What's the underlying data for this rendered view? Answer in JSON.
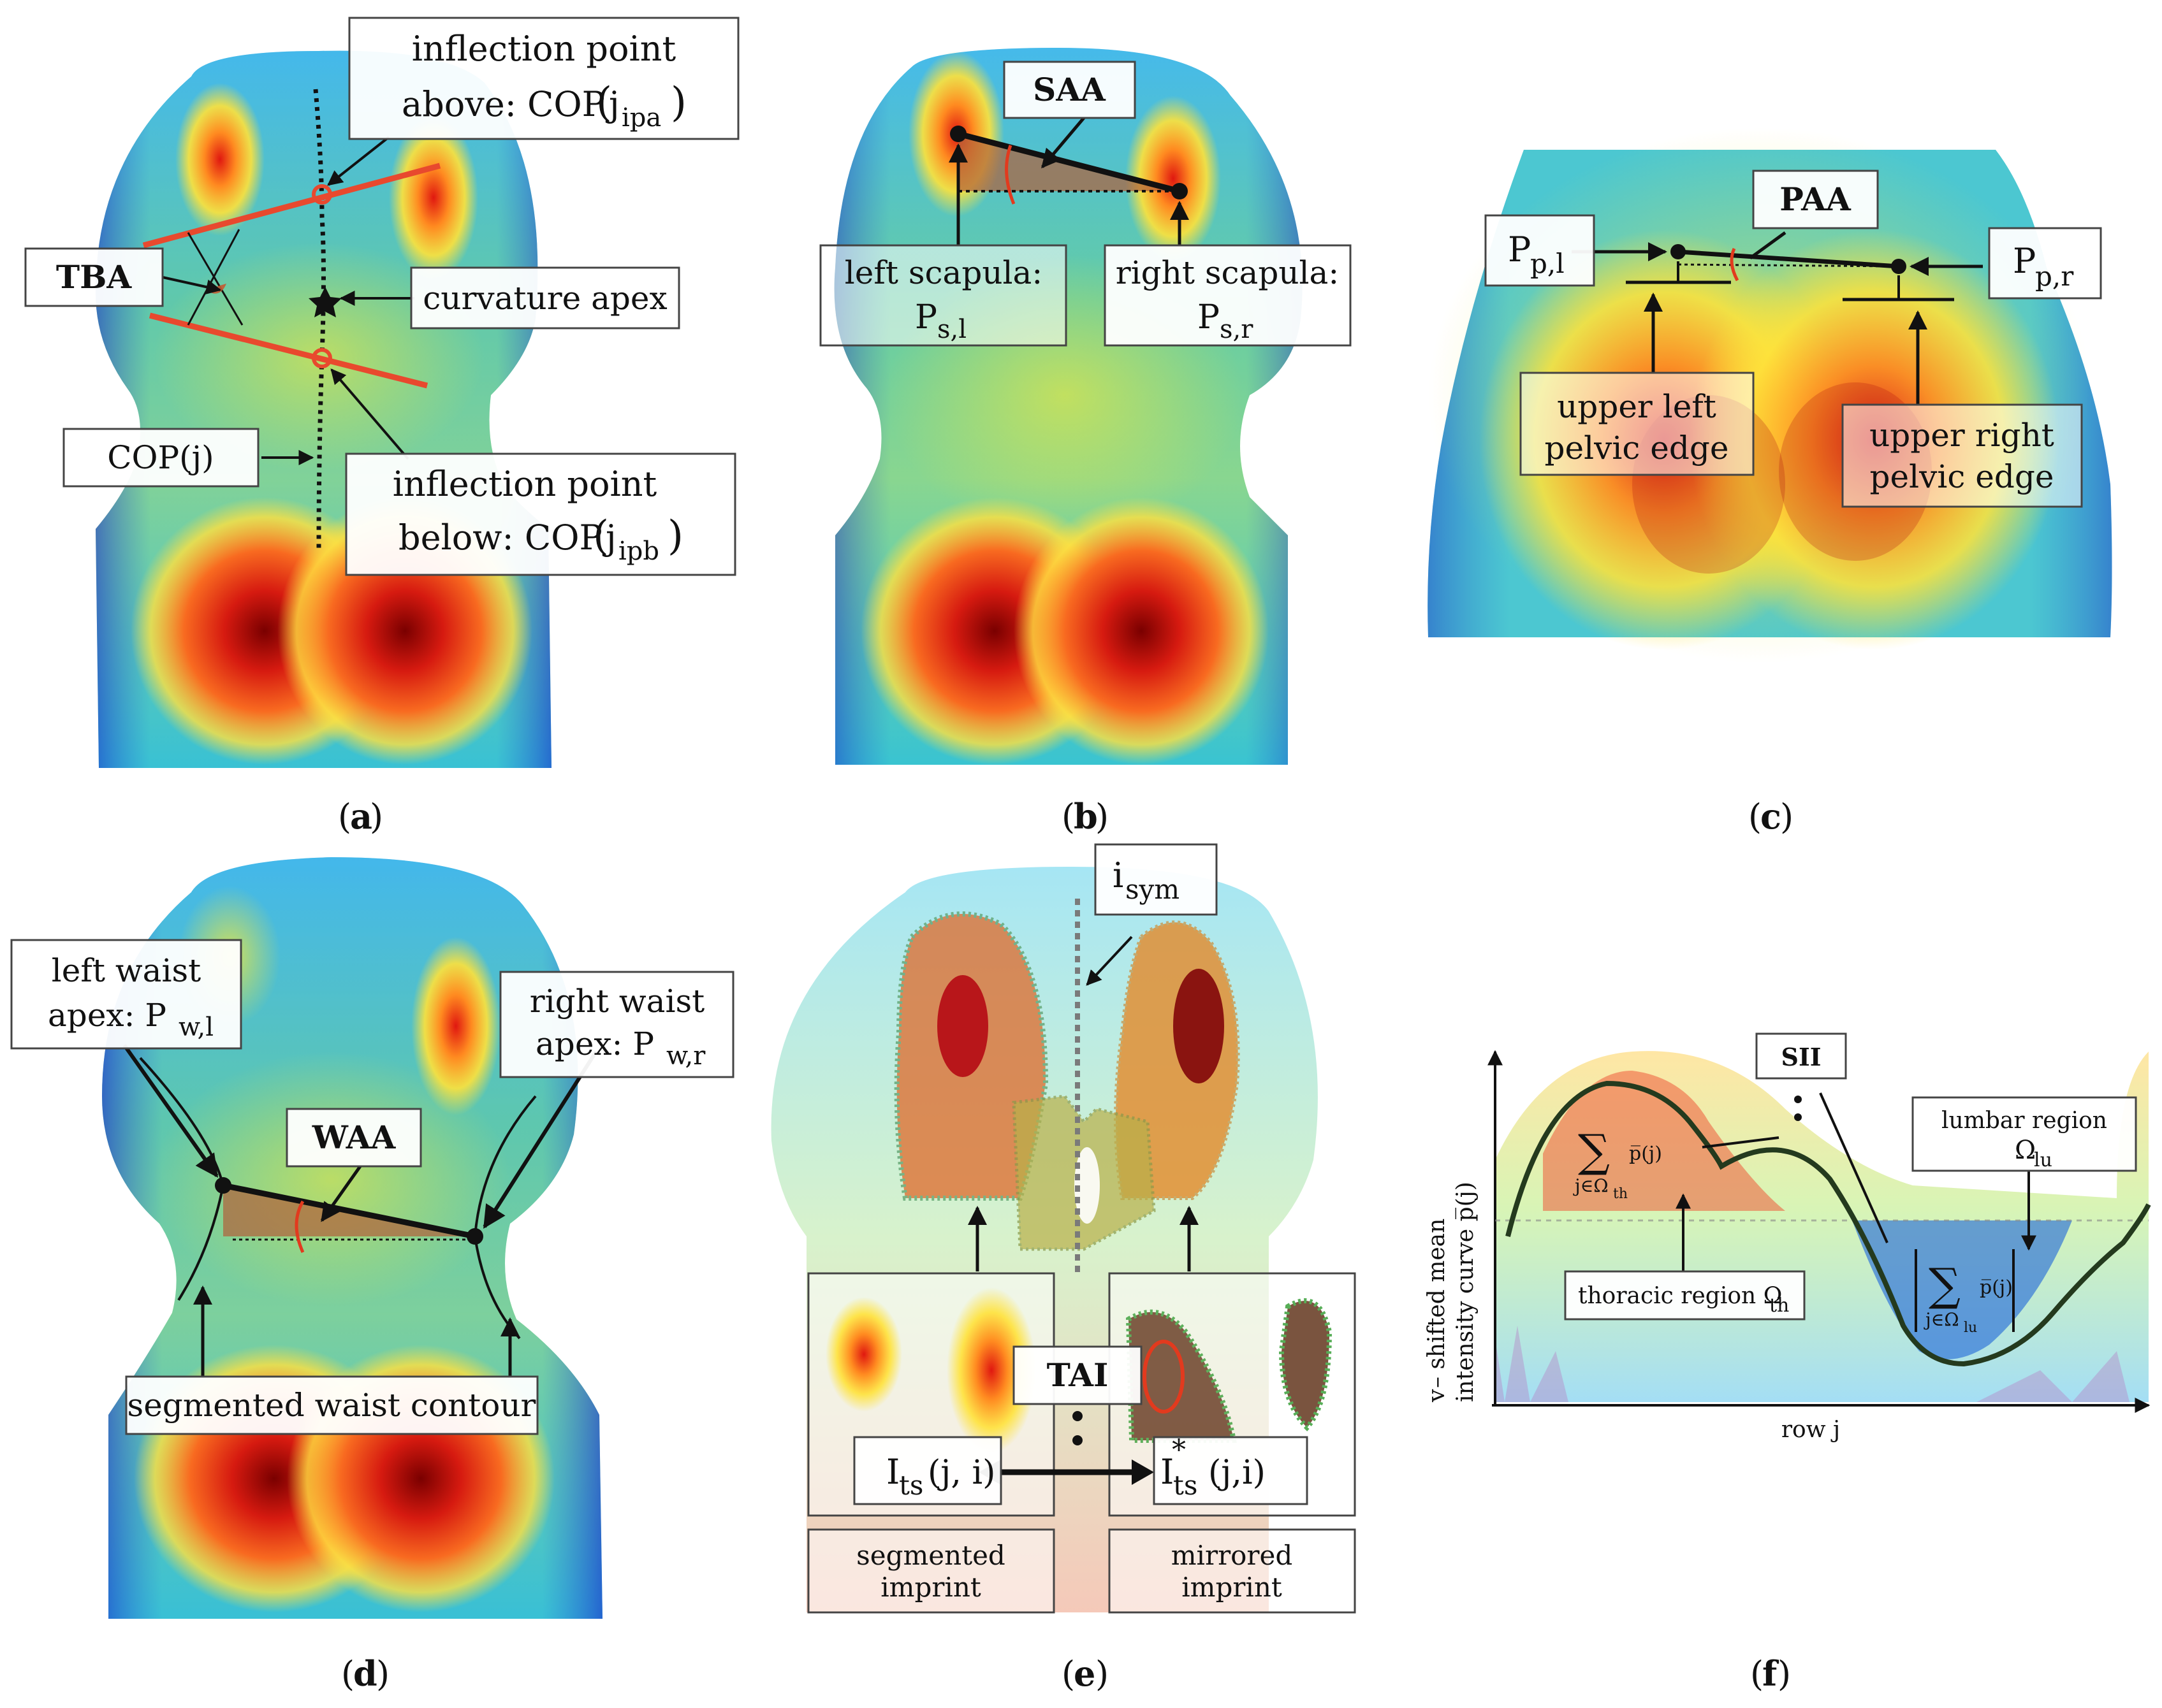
{
  "panels": {
    "a": {
      "caption_letter": "a",
      "tba": "TBA",
      "ipa_line1": "inflection point",
      "ipa_line2": "above: COP",
      "ipa_sub": "ipa",
      "apex": "curvature apex",
      "cop": "COP(j)",
      "ipb_line1": "inflection point",
      "ipb_line2": "below: COP",
      "ipb_sub": "ipb",
      "j": "j"
    },
    "b": {
      "caption_letter": "b",
      "saa": "SAA",
      "left_line1": "left scapula:",
      "left_P": "P",
      "left_sub": "s,l",
      "right_line1": "right scapula:",
      "right_P": "P",
      "right_sub": "s,r"
    },
    "c": {
      "caption_letter": "c",
      "paa": "PAA",
      "ppl_P": "P",
      "ppl_sub": "p,l",
      "ppr_P": "P",
      "ppr_sub": "p,r",
      "left_edge_1": "upper left",
      "left_edge_2": "pelvic edge",
      "right_edge_1": "upper right",
      "right_edge_2": "pelvic edge"
    },
    "d": {
      "caption_letter": "d",
      "left_line1": "left waist",
      "left_line2": "apex: P",
      "left_sub": "w,l",
      "right_line1": "right waist",
      "right_line2": "apex: P",
      "right_sub": "w,r",
      "waa": "WAA",
      "contour": "segmented waist contour"
    },
    "e": {
      "caption_letter": "e",
      "isym_i": "i",
      "isym_sub": "sym",
      "tai": "TAI",
      "its_I": "I",
      "its_sub": "ts",
      "its_args": "(j, i)",
      "itsm_I": "I",
      "itsm_sup": "*",
      "itsm_sub": "ts",
      "itsm_args": "(j,i)",
      "seg_1": "segmented",
      "seg_2": "imprint",
      "mir_1": "mirrored",
      "mir_2": "imprint"
    },
    "f": {
      "caption_letter": "f",
      "sii": "SII",
      "lumbar_1": "lumbar region",
      "lumbar_omega": "Ω",
      "lumbar_sub": "lu",
      "thoracic": "thoracic region Ω",
      "thoracic_sub": "th",
      "sum_th_sub": "j∈Ω",
      "sum_th_sub2": "th",
      "sum_lu_sub": "j∈Ω",
      "sum_lu_sub2": "lu",
      "pbar": "p̅(j)",
      "ylabel_1": "v",
      "ylabel_1b": " – shifted mean",
      "ylabel_2": "intensity curve p̅(j)",
      "xlabel": "row j"
    }
  },
  "colors": {
    "red_line": "#e8492e",
    "dark": "#111111",
    "angle_red": "#e23a1e"
  }
}
